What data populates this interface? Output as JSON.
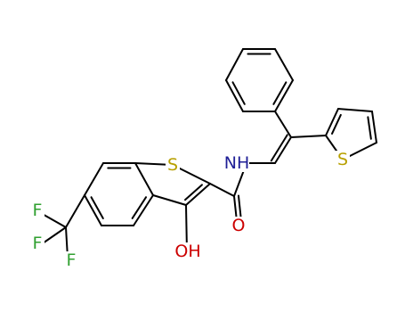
{
  "molecule": {
    "atoms": {
      "S1": {
        "label": "S",
        "color": "#b8a000"
      },
      "S2": {
        "label": "S",
        "color": "#b8a000"
      },
      "N": {
        "label": "NH",
        "color": "#1e1e96"
      },
      "O1": {
        "label": "O",
        "color": "#cc0000"
      },
      "O2": {
        "label": "OH",
        "color": "#cc0000"
      },
      "F1": {
        "label": "F",
        "color": "#30a030"
      },
      "F2": {
        "label": "F",
        "color": "#30a030"
      },
      "F3": {
        "label": "F",
        "color": "#30a030"
      }
    },
    "bond_color": "#000000"
  }
}
